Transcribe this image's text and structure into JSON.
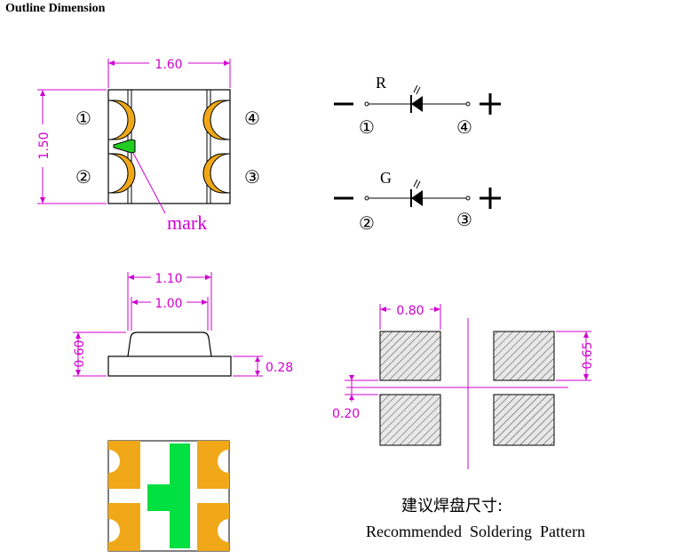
{
  "title": "Outline Dimension",
  "top_view": {
    "width_label": "1.60",
    "height_label": "1.50",
    "mark_label": "mark",
    "pins": [
      "①",
      "②",
      "③",
      "④"
    ]
  },
  "circuit": {
    "r_label": "R",
    "g_label": "G",
    "minus": "−",
    "plus": "+",
    "r_pins": [
      "①",
      "④"
    ],
    "g_pins": [
      "②",
      "③"
    ]
  },
  "side_view": {
    "top_width_label": "1.10",
    "inner_width_label": "1.00",
    "height_label": "0.60",
    "base_height_label": "0.28"
  },
  "solder_pattern": {
    "pad_width_label": "0.80",
    "pad_height_label": "0.65",
    "gap_label": "0.20",
    "caption_cn": "建议焊盘尺寸:",
    "caption_en": "Recommended  Soldering  Pattern"
  },
  "colors": {
    "dimension": "#d100d1",
    "pad": "#f0a818",
    "led_mark": "#22cc22",
    "bottom_green": "#00e040"
  }
}
